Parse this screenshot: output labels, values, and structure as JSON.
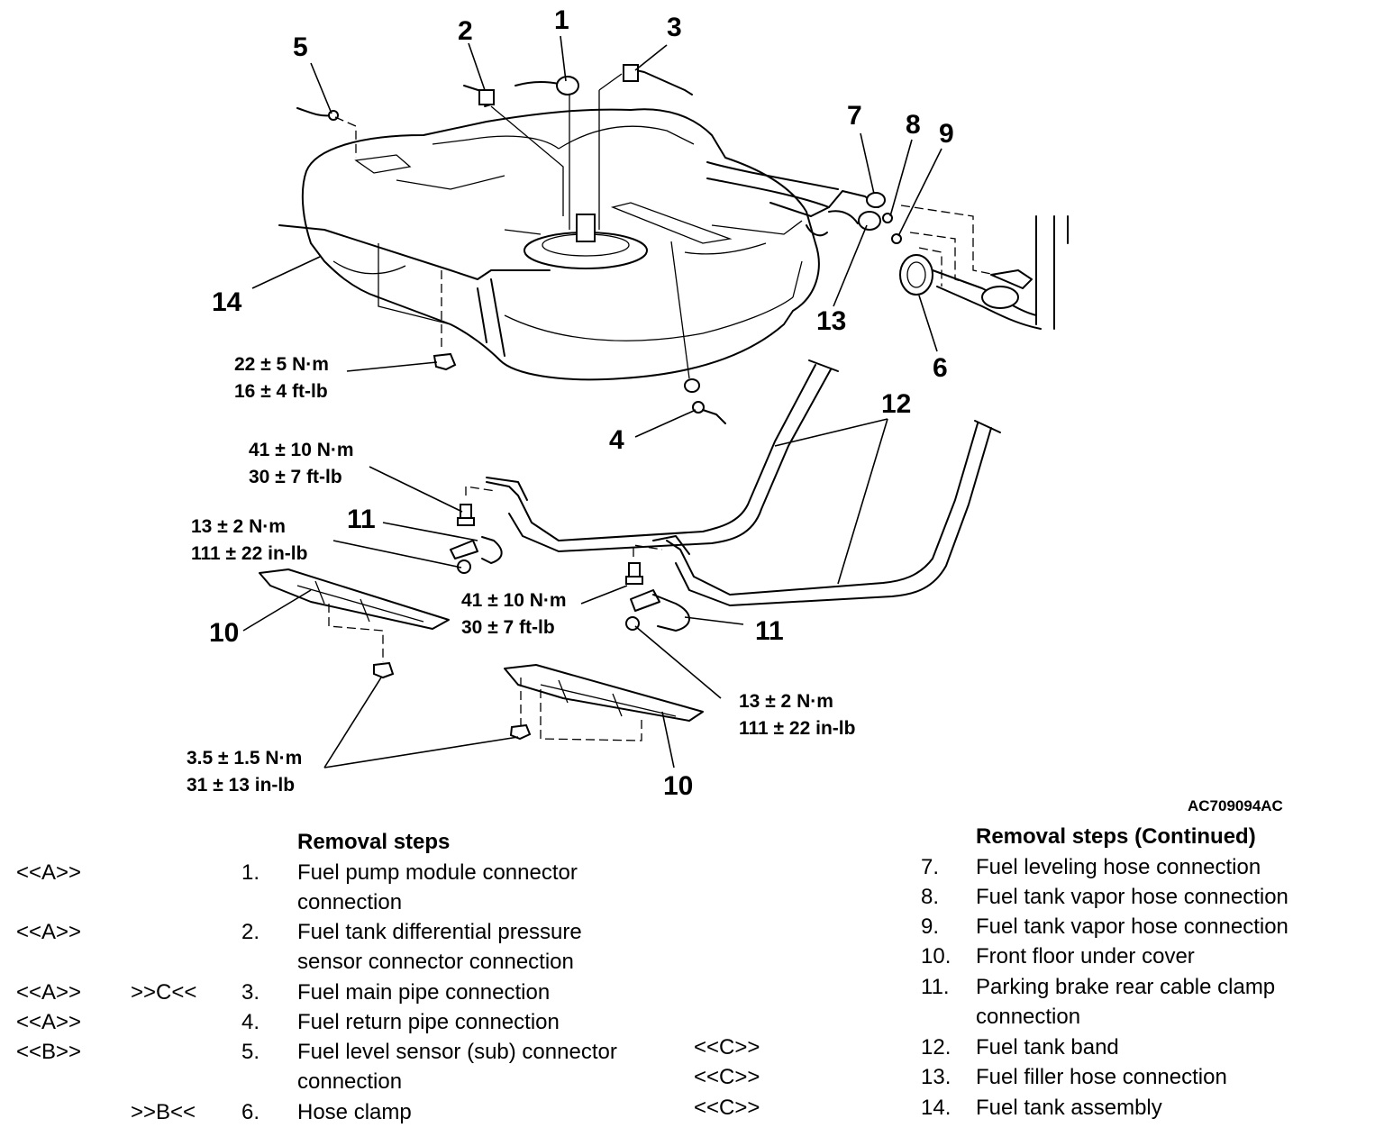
{
  "diagram": {
    "image_code": "AC709094AC",
    "callouts": [
      "1",
      "2",
      "3",
      "4",
      "5",
      "6",
      "7",
      "8",
      "9",
      "10",
      "11",
      "12",
      "13",
      "14"
    ],
    "torque_specs": {
      "t22": [
        "22 ± 5 N·m",
        "16 ± 4 ft-lb"
      ],
      "t41a": [
        "41 ± 10 N·m",
        "30 ± 7 ft-lb"
      ],
      "t13a": [
        "13 ± 2 N·m",
        "111 ± 22 in-lb"
      ],
      "t41b": [
        "41 ± 10 N·m",
        "30 ± 7 ft-lb"
      ],
      "t13b": [
        "13 ± 2 N·m",
        "111 ± 22 in-lb"
      ],
      "t35": [
        "3.5 ± 1.5 N·m",
        "31 ± 13 in-lb"
      ]
    }
  },
  "removal_steps": {
    "title": "Removal steps",
    "items": [
      {
        "left": "<<A>>",
        "right": "",
        "num": "1.",
        "lines": [
          "Fuel pump module connector",
          "connection"
        ]
      },
      {
        "left": "<<A>>",
        "right": "",
        "num": "2.",
        "lines": [
          "Fuel tank differential pressure",
          "sensor connector connection"
        ]
      },
      {
        "left": "<<A>>",
        "right": ">>C<<",
        "num": "3.",
        "lines": [
          "Fuel main pipe connection"
        ]
      },
      {
        "left": "<<A>>",
        "right": "",
        "num": "4.",
        "lines": [
          "Fuel return pipe connection"
        ]
      },
      {
        "left": "<<B>>",
        "right": "",
        "num": "5.",
        "lines": [
          "Fuel level sensor (sub) connector",
          "connection"
        ]
      },
      {
        "left": "",
        "right": ">>B<<",
        "num": "6.",
        "lines": [
          "Hose clamp"
        ]
      }
    ]
  },
  "removal_steps_continued": {
    "title": "Removal steps (Continued)",
    "items": [
      {
        "left": "",
        "num": "7.",
        "lines": [
          "Fuel leveling hose connection"
        ]
      },
      {
        "left": "",
        "num": "8.",
        "lines": [
          "Fuel tank vapor hose connection"
        ]
      },
      {
        "left": "",
        "num": "9.",
        "lines": [
          "Fuel tank vapor hose connection"
        ]
      },
      {
        "left": "",
        "num": "10.",
        "lines": [
          "Front floor under cover"
        ]
      },
      {
        "left": "",
        "num": "11.",
        "lines": [
          "Parking brake rear cable clamp",
          "connection"
        ]
      },
      {
        "left": "<<C>>",
        "num": "12.",
        "lines": [
          "Fuel tank band"
        ]
      },
      {
        "left": "<<C>>",
        "num": "13.",
        "lines": [
          "Fuel filler hose connection"
        ]
      },
      {
        "left": "<<C>>",
        "num": "14.",
        "lines": [
          "Fuel tank assembly"
        ]
      }
    ]
  }
}
